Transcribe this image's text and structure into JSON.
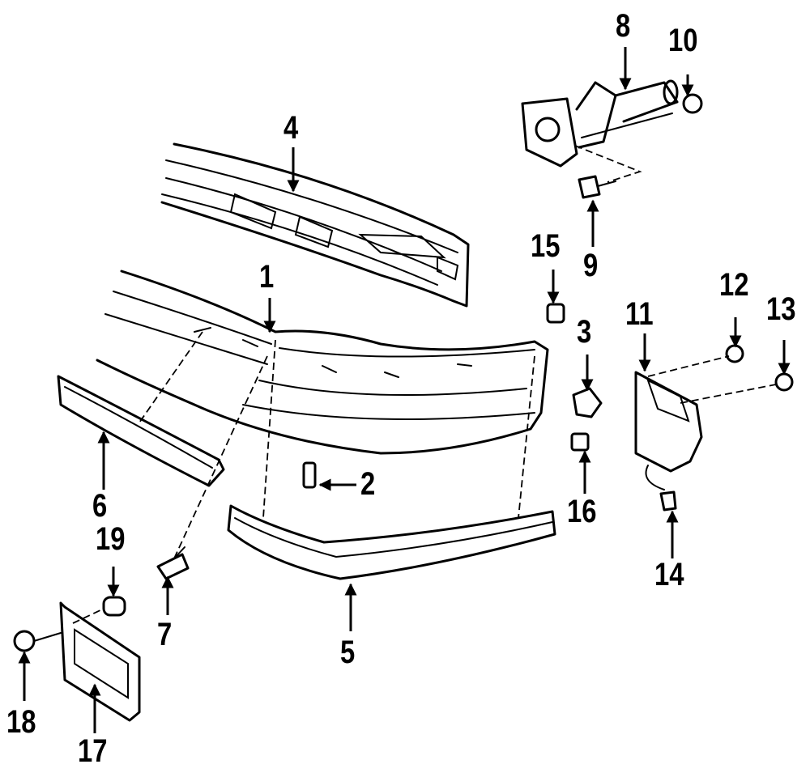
{
  "diagram": {
    "callouts": {
      "p1": "1",
      "p2": "2",
      "p3": "3",
      "p4": "4",
      "p5": "5",
      "p6": "6",
      "p7": "7",
      "p8": "8",
      "p9": "9",
      "p10": "10",
      "p11": "11",
      "p12": "12",
      "p13": "13",
      "p14": "14",
      "p15": "15",
      "p16": "16",
      "p17": "17",
      "p18": "18",
      "p19": "19"
    },
    "colors": {
      "ink": "#000000",
      "paper": "#ffffff"
    }
  }
}
